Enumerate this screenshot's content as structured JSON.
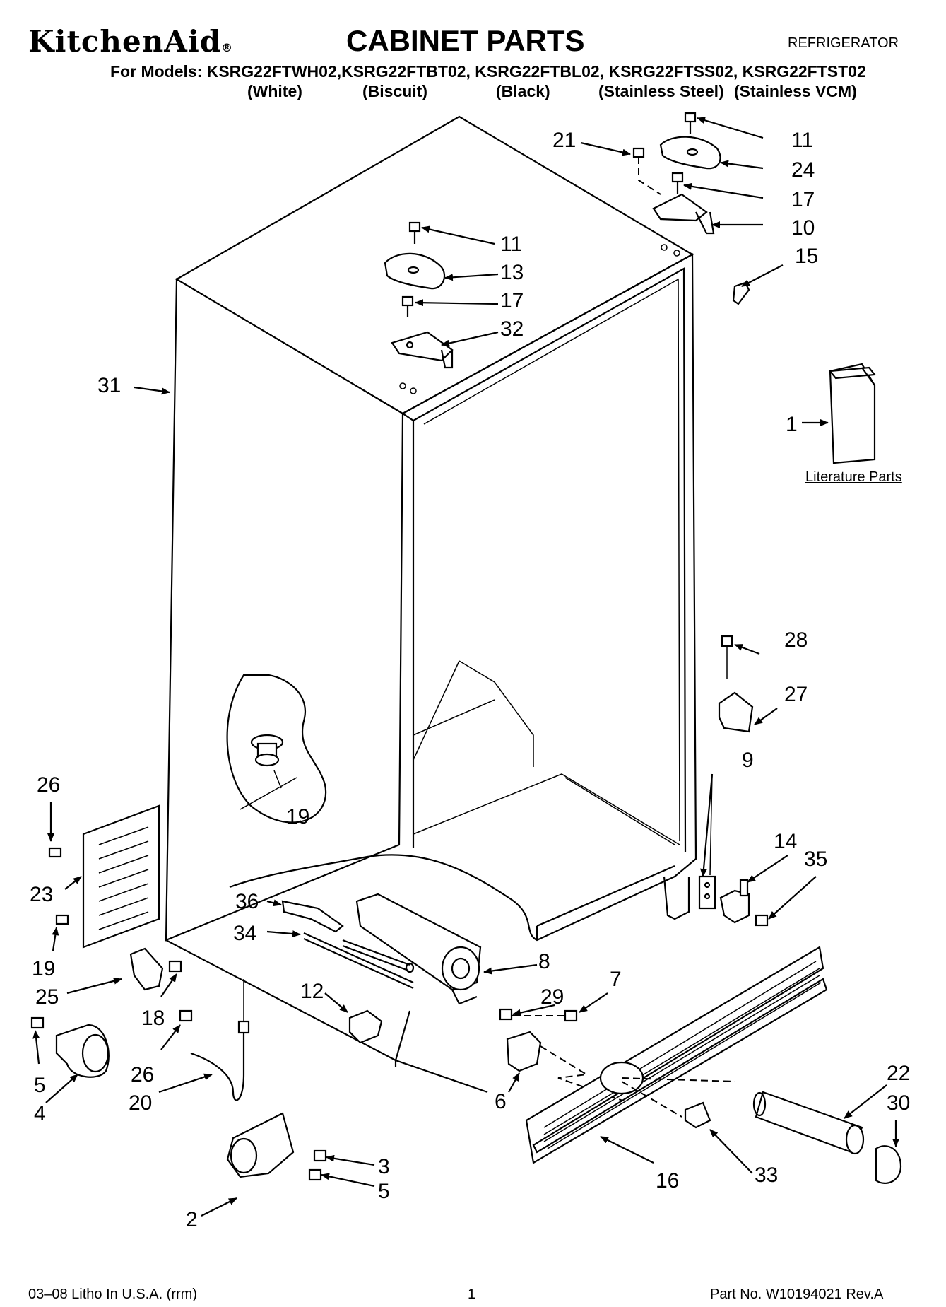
{
  "header": {
    "brand": "KitchenAid",
    "brand_mark": "®",
    "title": "CABINET PARTS",
    "category": "REFRIGERATOR",
    "models_line": "For Models: KSRG22FTWH02,KSRG22FTBT02, KSRG22FTBL02, KSRG22FTSS02, KSRG22FTST02",
    "colors": [
      "(White)",
      "(Biscuit)",
      "(Black)",
      "(Stainless Steel)",
      "(Stainless VCM)"
    ]
  },
  "literature_label": "Literature Parts",
  "callouts": {
    "c1": "1",
    "c2": "2",
    "c3": "3",
    "c4": "4",
    "c5a": "5",
    "c5b": "5",
    "c6": "6",
    "c7": "7",
    "c8": "8",
    "c9": "9",
    "c10": "10",
    "c11a": "11",
    "c11b": "11",
    "c12": "12",
    "c13": "13",
    "c14": "14",
    "c15": "15",
    "c16": "16",
    "c17a": "17",
    "c17b": "17",
    "c18": "18",
    "c19a": "19",
    "c19b": "19",
    "c20": "20",
    "c21": "21",
    "c22": "22",
    "c23": "23",
    "c24": "24",
    "c25": "25",
    "c26a": "26",
    "c26b": "26",
    "c27": "27",
    "c28": "28",
    "c29": "29",
    "c30": "30",
    "c31": "31",
    "c32": "32",
    "c33": "33",
    "c34": "34",
    "c35": "35",
    "c36": "36"
  },
  "footer": {
    "left": "03–08 Litho In U.S.A. (rrm)",
    "center": "1",
    "right": "Part No. W10194021 Rev.A"
  }
}
